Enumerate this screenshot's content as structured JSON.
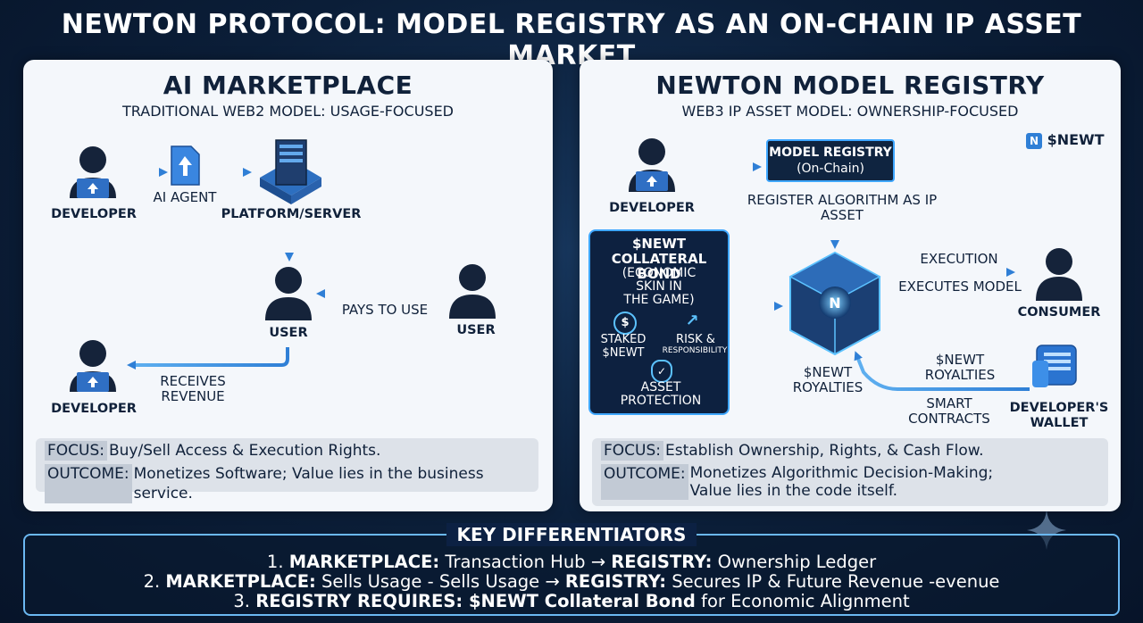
{
  "title": "NEWTON PROTOCOL: MODEL REGISTRY AS AN ON-CHAIN IP ASSET MARKET",
  "left": {
    "title": "AI MARKETPLACE",
    "subtitle": "TRADITIONAL WEB2 MODEL:  USAGE-FOCUSED",
    "developer_top": "DEVELOPER",
    "ai_agent": "AI AGENT",
    "platform": "PLATFORM/SERVER",
    "user_center": "USER",
    "user_right": "USER",
    "pays_to_use": "PAYS TO USE",
    "receives_revenue": "RECEIVES\nREVENUE",
    "developer_bottom": "DEVELOPER",
    "focus_key": "FOCUS:",
    "focus_val": "Buy/Sell Access & Execution Rights.",
    "outcome_key": "OUTCOME:",
    "outcome_val": "Monetizes Software; Value lies in the business service."
  },
  "right": {
    "title": "NEWTON MODEL REGISTRY",
    "subtitle": "WEB3 IP ASSET MODEL: OWNERSHIP-FOCUSED",
    "token_badge": "$NEWT",
    "developer": "DEVELOPER",
    "registry_box_line1": "MODEL REGISTRY",
    "registry_box_line2": "(On-Chain)",
    "register": "REGISTER ALGORITHM AS IP ASSET",
    "bond_title": "$NEWT\nCOLLATERAL BOND",
    "bond_sub": "(ECONOMIC\nSKIN IN\nTHE GAME)",
    "staked": "STAKED\n$NEWT",
    "risk": "RISK &",
    "responsibility": "RESPONSIBILITY",
    "asset_protection": "ASSET\nPROTECTION",
    "execution": "EXECUTION",
    "executes_model": "EXECUTES MODEL",
    "consumer": "CONSUMER",
    "royalties_center": "$NEWT\nROYALTIES",
    "royalties_right": "$NEWT\nROYALTIES",
    "smart_contracts": "SMART\nCONTRACTS",
    "wallet": "DEVELOPER'S\nWALLET",
    "focus_key": "FOCUS:",
    "focus_val": "Establish Ownership, Rights, & Cash Flow.",
    "outcome_key": "OUTCOME:",
    "outcome_val": "Monetizes Algorithmic Decision-Making;\nValue lies in the code itself."
  },
  "differentiators": {
    "title": "KEY DIFFERENTIATORS",
    "l1_a": "1. ",
    "l1_b": "MARKETPLACE:",
    "l1_c": " Transaction Hub → ",
    "l1_d": "REGISTRY:",
    "l1_e": " Ownership Ledger",
    "l2_a": "2. ",
    "l2_b": "MARKETPLACE:",
    "l2_c": " Sells Usage - Sells Usage → ",
    "l2_d": "REGISTRY:",
    "l2_e": " Secures IP & Future Revenue -evenue",
    "l3_a": "3. ",
    "l3_b": "REGISTRY REQUIRES: $NEWT Collateral Bond",
    "l3_c": " for Economic Alignment"
  },
  "colors": {
    "background": "#0b1e38",
    "panel": "#f4f7fb",
    "arrow": "#3b8fe0",
    "dark_navy": "#10213a",
    "accent_cyan": "#3fa7ff"
  }
}
